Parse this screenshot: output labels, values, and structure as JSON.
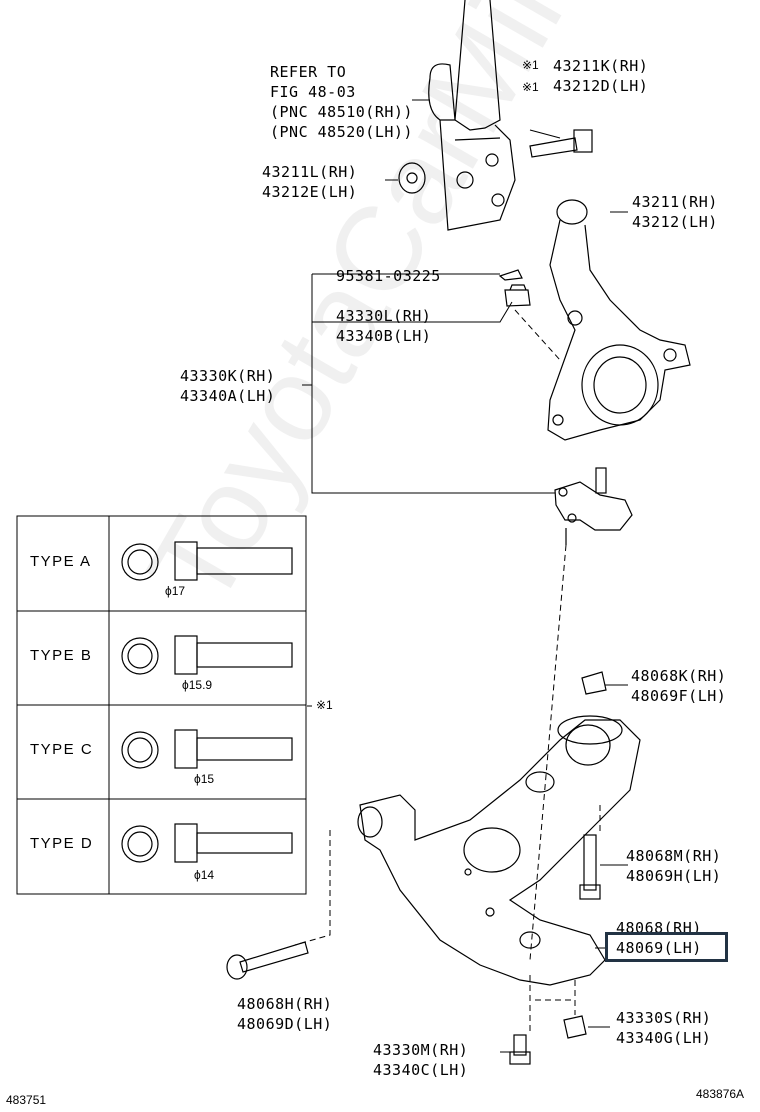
{
  "watermark": "ToyotaCarMinr.ru",
  "labels": {
    "refer_1": "REFER TO",
    "refer_2": "FIG 48-03",
    "refer_3": "(PNC 48510(RH))",
    "refer_4": "(PNC 48520(LH))",
    "bolt_rh": "43211K(RH)",
    "bolt_lh": "43212D(LH)",
    "bolt_mark": "※1",
    "nut_rh": "43211L(RH)",
    "nut_lh": "43212E(LH)",
    "knuckle_rh": "43211(RH)",
    "knuckle_lh": "43212(LH)",
    "pin": "95381-03225",
    "castle_rh": "43330L(RH)",
    "castle_lh": "43340B(LH)",
    "ball_rh": "43330K(RH)",
    "ball_lh": "43340A(LH)",
    "nut2_rh": "48068K(RH)",
    "nut2_lh": "48069F(LH)",
    "bolt2_rh": "48068M(RH)",
    "bolt2_lh": "48069H(LH)",
    "arm_rh": "48068(RH)",
    "arm_lh": "48069(LH)",
    "bolt3_rh": "48068H(RH)",
    "bolt3_lh": "48069D(LH)",
    "nut3_rh": "43330S(RH)",
    "nut3_lh": "43340G(LH)",
    "bolt4_rh": "43330M(RH)",
    "bolt4_lh": "43340C(LH)",
    "table_mark": "※1",
    "footer_left": "483751",
    "footer_right": "483876A"
  },
  "type_table": [
    {
      "type": "TYPE A",
      "diameter": "ϕ17"
    },
    {
      "type": "TYPE B",
      "diameter": "ϕ15.9"
    },
    {
      "type": "TYPE C",
      "diameter": "ϕ15"
    },
    {
      "type": "TYPE D",
      "diameter": "ϕ14"
    }
  ],
  "highlight_color": "#223344"
}
